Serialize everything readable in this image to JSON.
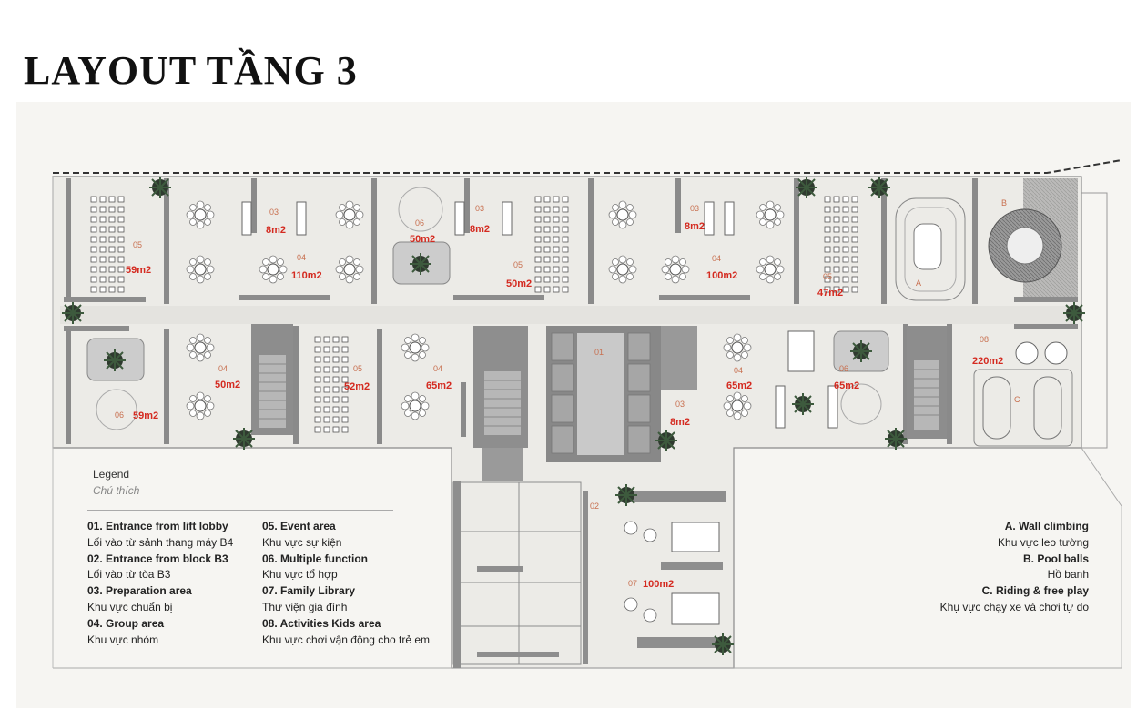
{
  "title": "LAYOUT TẦNG 3",
  "legend": {
    "title": "Legend",
    "subtitle": "Chú thích",
    "col1": [
      {
        "heading": "01. Entrance from lift lobby",
        "desc": "Lối vào từ sảnh thang máy B4"
      },
      {
        "heading": "02. Entrance from block B3",
        "desc": "Lối vào từ tòa B3"
      },
      {
        "heading": "03. Preparation area",
        "desc": "Khu vực chuẩn bị"
      },
      {
        "heading": "04. Group area",
        "desc": "Khu vực nhóm"
      }
    ],
    "col2": [
      {
        "heading": "05. Event area",
        "desc": "Khu vực sự kiện"
      },
      {
        "heading": "06. Multiple function",
        "desc": "Khu vực tổ hợp"
      },
      {
        "heading": "07. Family Library",
        "desc": "Thư viện gia đình"
      },
      {
        "heading": "08. Activities Kids area",
        "desc": "Khu vực chơi vận động cho trẻ em"
      }
    ],
    "col3": [
      {
        "heading": "A. Wall climbing",
        "desc": "Khu vực leo tường"
      },
      {
        "heading": "B. Pool balls",
        "desc": "Hồ banh"
      },
      {
        "heading": "C. Riding & free play",
        "desc": "Khụ vực chạy xe và chơi tự do"
      }
    ]
  },
  "rooms": [
    {
      "code": "05",
      "area": "59m2"
    },
    {
      "code": "03",
      "area": "8m2"
    },
    {
      "code": "04",
      "area": "110m2"
    },
    {
      "code": "06",
      "area": "50m2"
    },
    {
      "code": "03",
      "area": "8m2"
    },
    {
      "code": "05",
      "area": "50m2"
    },
    {
      "code": "03",
      "area": "8m2"
    },
    {
      "code": "04",
      "area": "100m2"
    },
    {
      "code": "05",
      "area": "47m2"
    },
    {
      "code": "B",
      "area": ""
    },
    {
      "code": "A",
      "area": ""
    },
    {
      "code": "06",
      "area": "59m2"
    },
    {
      "code": "04",
      "area": "50m2"
    },
    {
      "code": "05",
      "area": "52m2"
    },
    {
      "code": "04",
      "area": "65m2"
    },
    {
      "code": "01",
      "area": ""
    },
    {
      "code": "03",
      "area": "8m2"
    },
    {
      "code": "04",
      "area": "65m2"
    },
    {
      "code": "06",
      "area": "65m2"
    },
    {
      "code": "08",
      "area": "220m2"
    },
    {
      "code": "C",
      "area": ""
    },
    {
      "code": "02",
      "area": ""
    },
    {
      "code": "07",
      "area": "100m2"
    }
  ]
}
